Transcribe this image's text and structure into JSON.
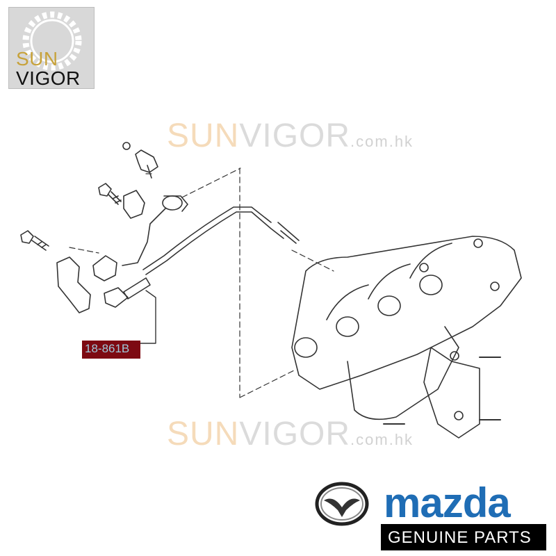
{
  "logo": {
    "sun": "SUN",
    "vigor": "VIGOR"
  },
  "watermark": {
    "sun": "SUN",
    "vigor": "VIGOR",
    "domain": ".com.hk"
  },
  "callout": {
    "part_number": "18-861B"
  },
  "brand": {
    "name": "mazda",
    "tagline": "GENUINE PARTS"
  },
  "colors": {
    "callout_bg": "#7d0a12",
    "callout_text": "#9fc7d9",
    "mazda_blue": "#1f6db5",
    "logo_gold": "#c7a23b"
  }
}
